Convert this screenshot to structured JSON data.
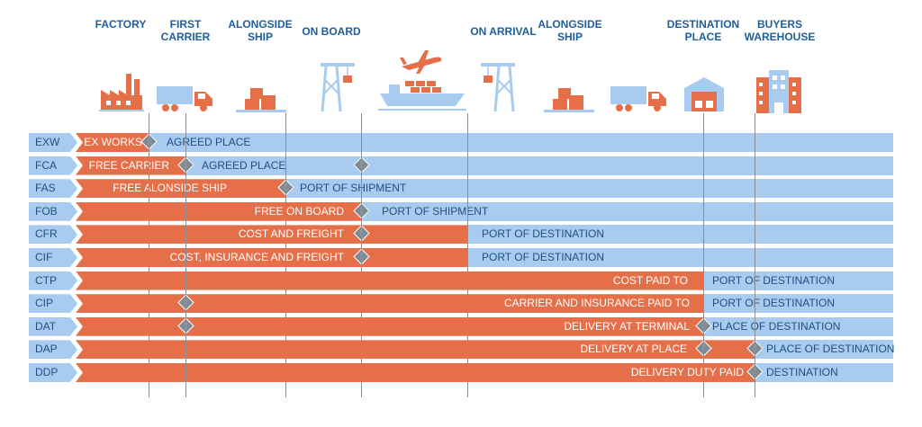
{
  "headers": [
    {
      "id": "factory",
      "label": "FACTORY"
    },
    {
      "id": "first-carrier",
      "label": "FIRST\nCARRIER"
    },
    {
      "id": "alongside-ship-1",
      "label": "ALONGSIDE\nSHIP"
    },
    {
      "id": "on-board",
      "label": "ON BOARD"
    },
    {
      "id": "on-arrival",
      "label": "ON ARRIVAL"
    },
    {
      "id": "alongside-ship-2",
      "label": "ALONGSIDE\nSHIP"
    },
    {
      "id": "destination-place",
      "label": "DESTINATION\nPLACE"
    },
    {
      "id": "buyers-warehouse",
      "label": "BUYERS\nWAREHOUSE"
    }
  ],
  "icons": [
    "factory-icon",
    "truck-icon",
    "boxes-on-dock-icon",
    "port-crane-icon",
    "airplane-icon",
    "cargo-ship-icon",
    "port-crane-icon",
    "boxes-on-dock-icon",
    "truck-icon",
    "warehouse-icon",
    "office-building-icon"
  ],
  "colors": {
    "orange": "#e46f49",
    "blue": "#a9cbef",
    "navy": "#1f5e9c",
    "marker": "#7e8a94"
  },
  "marker_symbol": "!",
  "rows": [
    {
      "code": "EXW",
      "seller_label": "EX WORKS",
      "buyer_label": "AGREED PLACE"
    },
    {
      "code": "FCA",
      "seller_label": "FREE CARRIER",
      "buyer_label": "AGREED PLACE"
    },
    {
      "code": "FAS",
      "seller_label": "FREE ALONSIDE SHIP",
      "buyer_label": "PORT OF SHIPMENT"
    },
    {
      "code": "FOB",
      "seller_label": "FREE ON BOARD",
      "buyer_label": "PORT OF SHIPMENT"
    },
    {
      "code": "CFR",
      "seller_label": "COST AND FREIGHT",
      "buyer_label": "PORT OF DESTINATION"
    },
    {
      "code": "CIF",
      "seller_label": "COST, INSURANCE AND FREIGHT",
      "buyer_label": "PORT OF DESTINATION"
    },
    {
      "code": "CTP",
      "seller_label": "COST PAID TO",
      "buyer_label": "PORT OF DESTINATION"
    },
    {
      "code": "CIP",
      "seller_label": "CARRIER AND INSURANCE PAID TO",
      "buyer_label": "PORT OF DESTINATION"
    },
    {
      "code": "DAT",
      "seller_label": "DELIVERY AT TERMINAL",
      "buyer_label": "PLACE OF DESTINATION"
    },
    {
      "code": "DAP",
      "seller_label": "DELIVERY AT PLACE",
      "buyer_label": "PLACE OF DESTINATION"
    },
    {
      "code": "DDP",
      "seller_label": "DELIVERY DUTY PAID",
      "buyer_label": "DESTINATION"
    }
  ]
}
